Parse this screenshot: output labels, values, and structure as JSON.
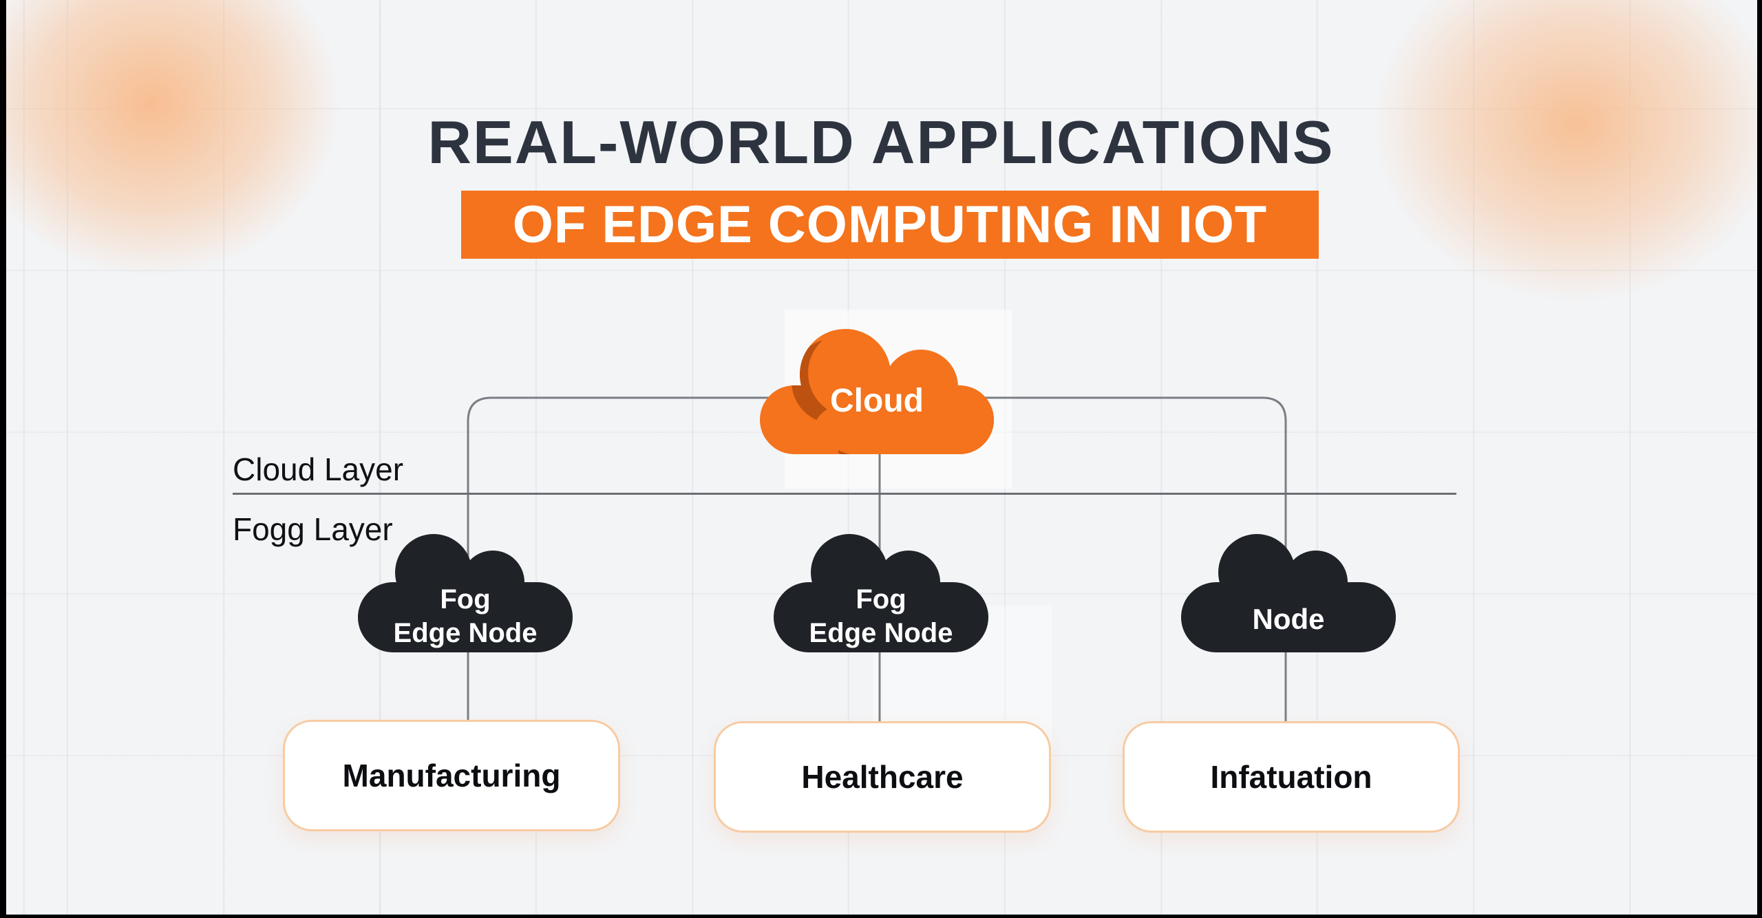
{
  "title": {
    "line1": "REAL-WORLD APPLICATIONS",
    "line2": "OF EDGE COMPUTING IN IOT"
  },
  "layers": {
    "cloud_layer_label": "Cloud Layer",
    "fog_layer_label": "Fogg Layer"
  },
  "nodes": {
    "cloud": {
      "label": "Cloud"
    },
    "fog_left": {
      "line1": "Fog",
      "line2": "Edge Node"
    },
    "fog_middle": {
      "line1": "Fog",
      "line2": "Edge Node"
    },
    "node_right": {
      "label": "Node"
    }
  },
  "applications": [
    {
      "label": "Manufacturing"
    },
    {
      "label": "Healthcare"
    },
    {
      "label": "Infatuation"
    }
  ],
  "colors": {
    "accent_orange": "#F4731C",
    "orange_shade": "#BC5110",
    "dark_cloud": "#1F2227",
    "title_text": "#2D3440",
    "banner_text": "#FFFFFF",
    "connector_gray": "#7B7E84",
    "divider_gray": "#6B6E73",
    "box_border_peach": "#F7CBA3",
    "background": "#F3F4F6"
  }
}
